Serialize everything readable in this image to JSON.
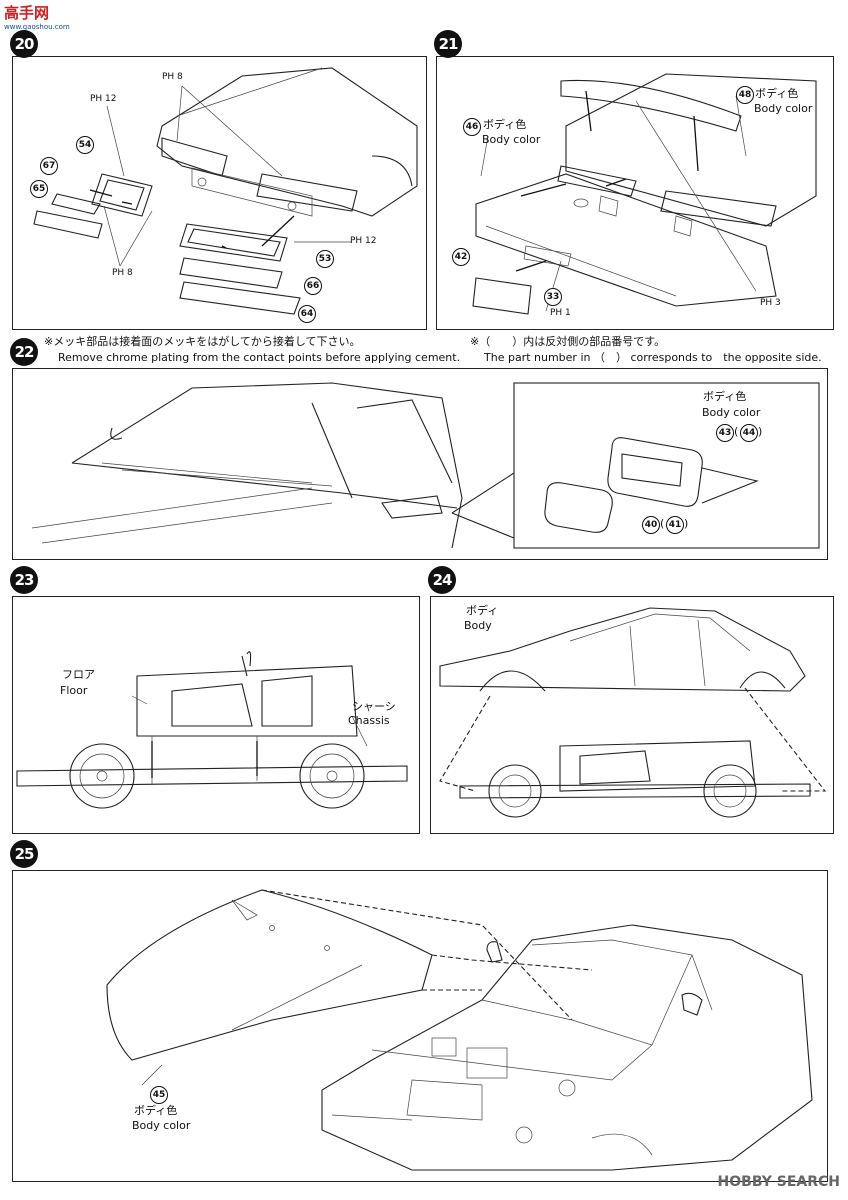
{
  "watermark_top": {
    "text": "高手网",
    "sub": "www.gaoshou.com"
  },
  "watermark_bottom": {
    "brand": "HOBBY SEARCH"
  },
  "steps": {
    "s20": {
      "number": "20",
      "parts": {
        "p54": "54",
        "p67": "67",
        "p65": "65",
        "p53": "53",
        "p66": "66",
        "p64": "64"
      },
      "ph_labels": [
        "PH 8",
        "PH 12",
        "PH 8",
        "PH 12"
      ]
    },
    "s21": {
      "number": "21",
      "parts": {
        "p48": "48",
        "p46": "46",
        "p42": "42",
        "p33": "33"
      },
      "labels": {
        "body_color_jp_1": "ボディ色",
        "body_color_en_1": "Body color",
        "body_color_jp_2": "ボディ色",
        "body_color_en_2": "Body color"
      },
      "ph_labels": [
        "PH 1",
        "PH 3"
      ]
    },
    "s22": {
      "number": "22",
      "note_jp": "※メッキ部品は接着面のメッキをはがしてから接着して下さい。",
      "note_en": "Remove chrome plating from the contact points before applying cement.",
      "note2_jp": "※（　　）内は反対側の部品番号です。",
      "note2_en": "The part number in （　） corresponds to　the opposite side.",
      "labels": {
        "body_color_jp": "ボディ色",
        "body_color_en": "Body color"
      },
      "parts": {
        "p43": "43",
        "p44": "44",
        "p40": "40",
        "p41": "41"
      }
    },
    "s23": {
      "number": "23",
      "labels": {
        "floor_jp": "フロア",
        "floor_en": "Floor",
        "chassis_jp": "シャーシ",
        "chassis_en": "Chassis"
      }
    },
    "s24": {
      "number": "24",
      "labels": {
        "body_jp": "ボディ",
        "body_en": "Body"
      }
    },
    "s25": {
      "number": "25",
      "parts": {
        "p45": "45"
      },
      "labels": {
        "body_color_jp": "ボディ色",
        "body_color_en": "Body color"
      }
    }
  }
}
